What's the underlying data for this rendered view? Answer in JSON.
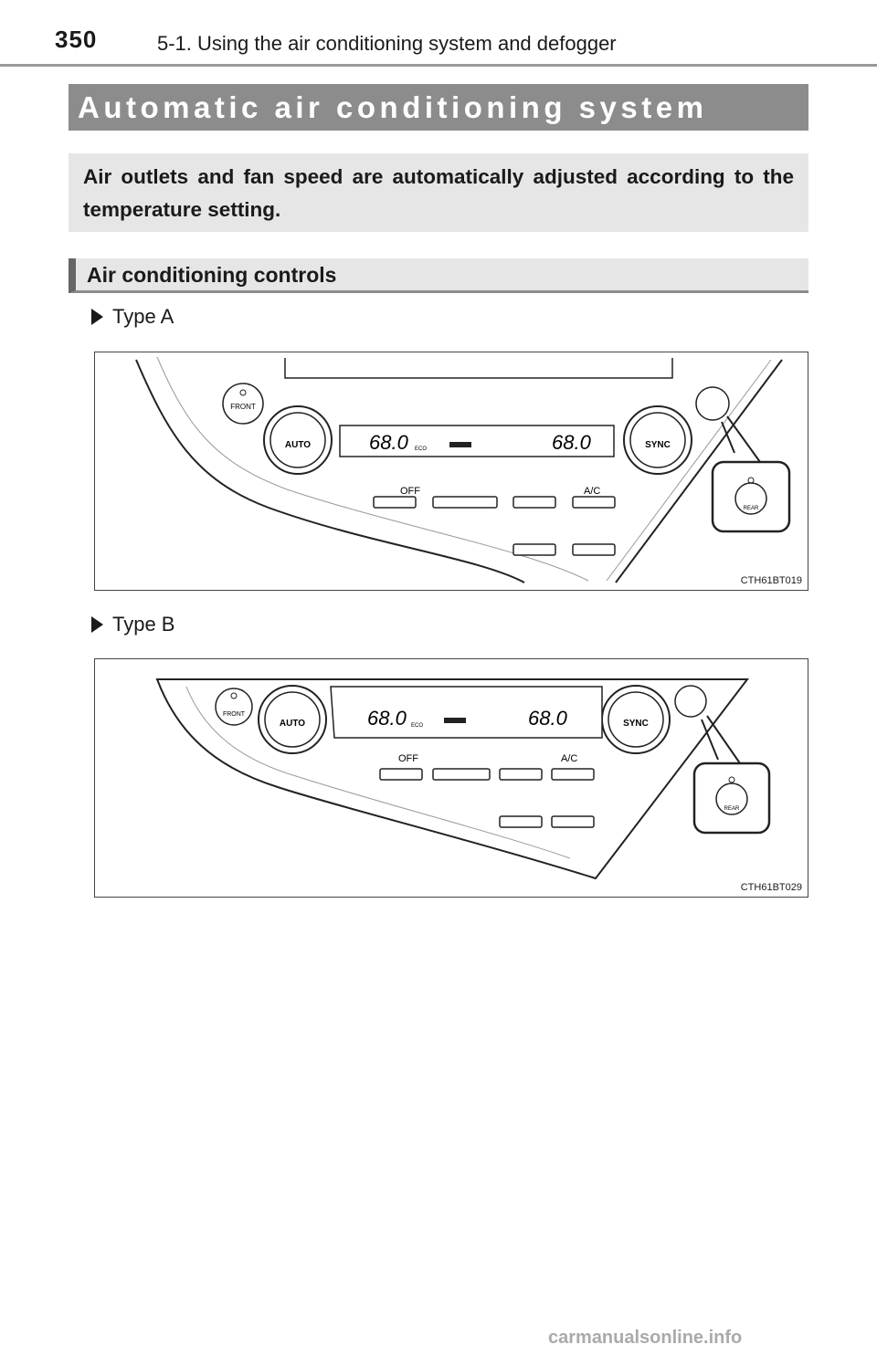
{
  "header": {
    "page_number": "350",
    "section": "5-1. Using the air conditioning system and defogger"
  },
  "heading": "Automatic air conditioning system",
  "intro": "Air outlets and fan speed are automatically adjusted according to the temperature setting.",
  "subheading": "Air conditioning controls",
  "types": [
    {
      "label": "Type A",
      "figure_code": "CTH61BT019",
      "panel": {
        "left_temp": "68.0",
        "right_temp": "68.0",
        "eco": "ECO",
        "auto": "AUTO",
        "sync": "SYNC",
        "front": "FRONT",
        "rear": "REAR",
        "off": "OFF",
        "ac": "A/C"
      }
    },
    {
      "label": "Type B",
      "figure_code": "CTH61BT029",
      "panel": {
        "left_temp": "68.0",
        "right_temp": "68.0",
        "eco": "ECO",
        "auto": "AUTO",
        "sync": "SYNC",
        "front": "FRONT",
        "rear": "REAR",
        "off": "OFF",
        "ac": "A/C"
      }
    }
  ],
  "watermark": "carmanualsonline.info"
}
